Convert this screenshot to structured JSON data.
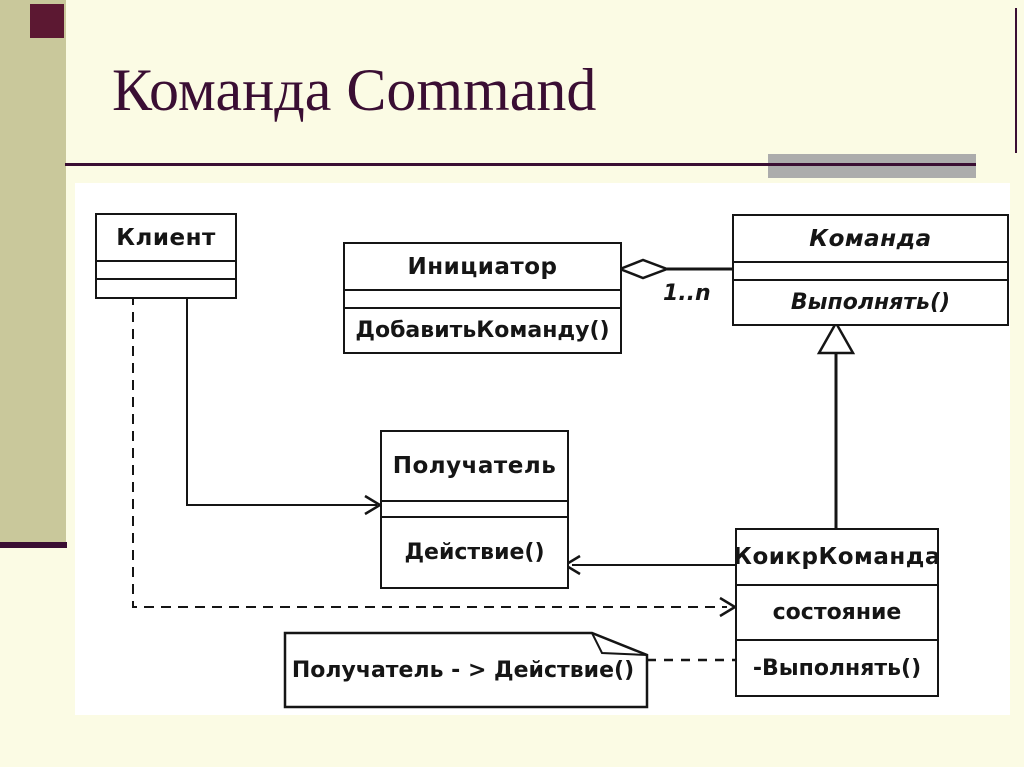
{
  "slide": {
    "title": "Команда Command",
    "colors": {
      "background": "#FBFBE4",
      "band": "#C9C89B",
      "accent": "#3A0E33",
      "gray_bar": "#ACACAC",
      "corner_square": "#5C1832",
      "diagram_bg": "#FFFFFF",
      "line_color": "#151515"
    }
  },
  "diagram": {
    "classes": [
      {
        "id": "klient",
        "name": "Клиент",
        "attributes": [],
        "operations": []
      },
      {
        "id": "initsiator",
        "name": "Инициатор",
        "attributes": [],
        "operations": [
          "ДобавитьКоманду()"
        ]
      },
      {
        "id": "komanda",
        "name": "Команда",
        "abstract": true,
        "attributes": [],
        "operations": [
          "Выполнять()"
        ]
      },
      {
        "id": "poluchatel",
        "name": "Получатель",
        "attributes": [],
        "operations": [
          "Действие()"
        ]
      },
      {
        "id": "konkr_komanda",
        "name": "КоикрКоманда",
        "attributes": [
          "состояние"
        ],
        "operations": [
          "-Выполнять()"
        ]
      }
    ],
    "labels": {
      "multiplicity": "1..n"
    },
    "note": {
      "text": "Получатель - > Действие()"
    },
    "relationships": [
      "Инициатор ◇— Команда (агрегация, 1..n)",
      "КоикрКоманда —▷ Команда (наследование)",
      "Клиент → Получатель (ассоциация)",
      "Клиент ⇢ КоикрКоманда (зависимость)",
      "КоикрКоманда → Получатель (ассоциация)",
      "заметка ⇢ КоикрКоманда"
    ]
  }
}
